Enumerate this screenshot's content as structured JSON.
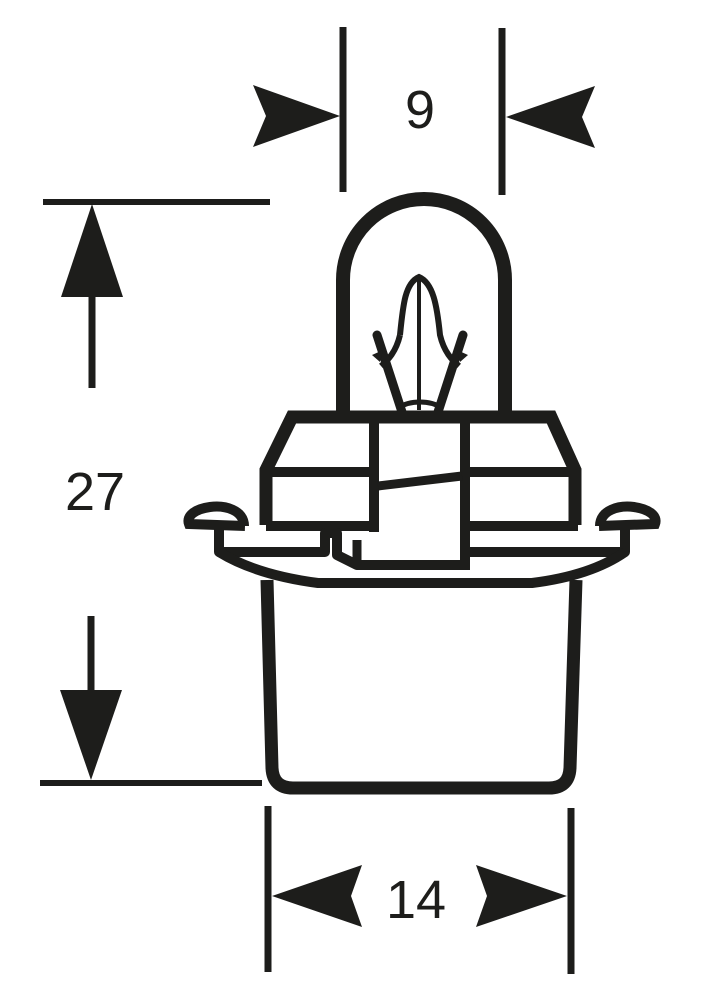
{
  "diagram": {
    "subject": "Wedge-base instrument panel bulb with plastic holder",
    "units": "mm",
    "line_color": "#1d1d1b",
    "background": "#ffffff"
  },
  "dimensions": {
    "bulb_width": {
      "label": "9",
      "orientation": "horizontal",
      "arrows": "inward"
    },
    "overall_height": {
      "label": "27",
      "orientation": "vertical",
      "arrows": "outward"
    },
    "base_width": {
      "label": "14",
      "orientation": "horizontal",
      "arrows": "outward"
    }
  }
}
